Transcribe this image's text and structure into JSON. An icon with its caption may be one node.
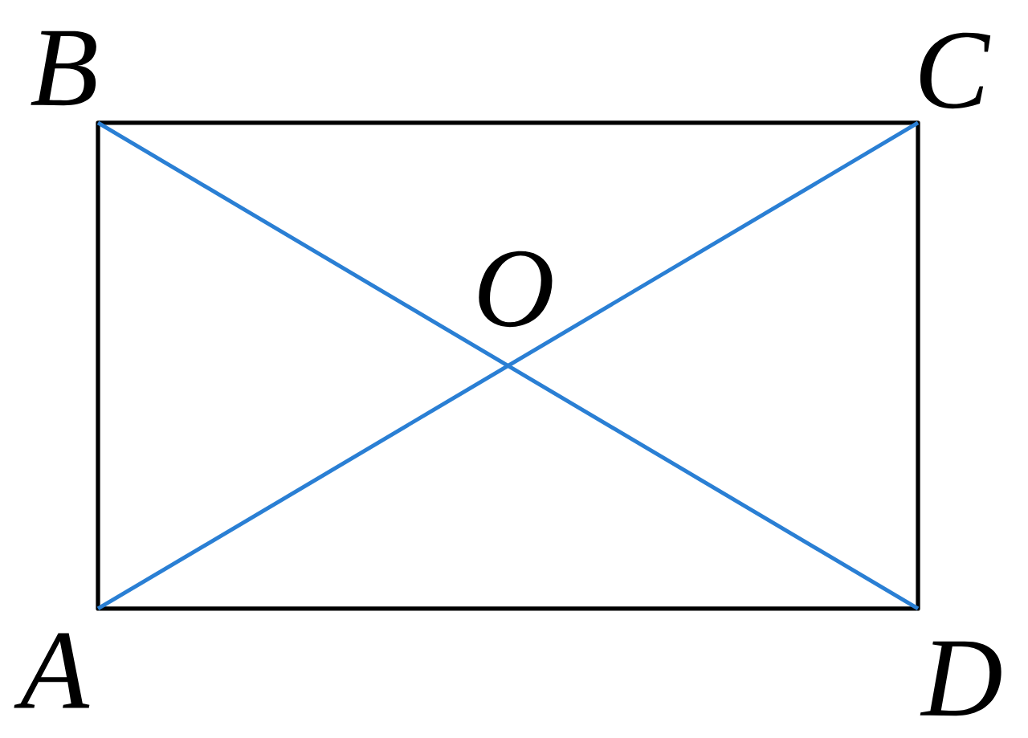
{
  "diagram": {
    "labels": [
      "B",
      "C",
      "O",
      "A",
      "D"
    ]
  }
}
